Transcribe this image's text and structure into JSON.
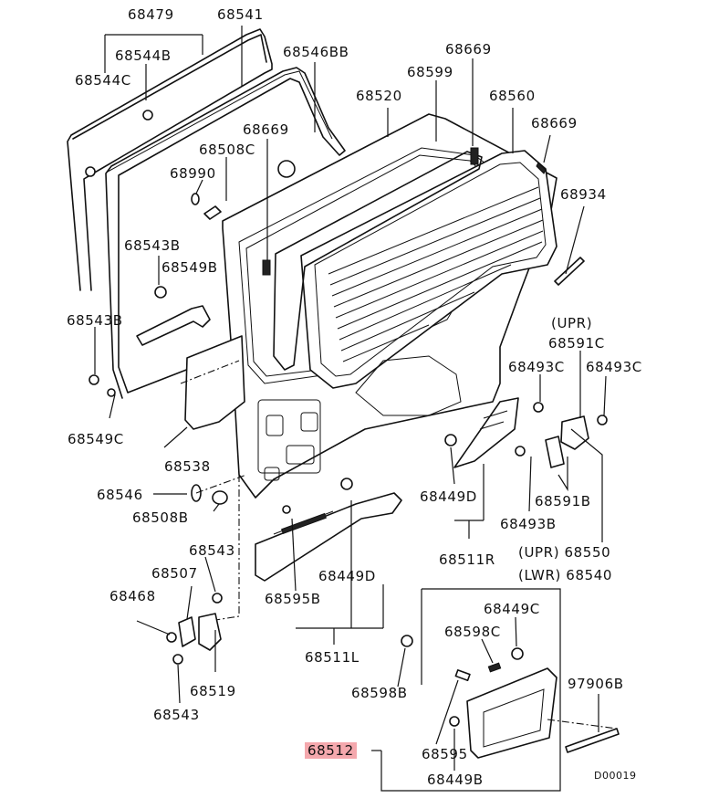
{
  "labels": {
    "p68479": "68479",
    "p68541": "68541",
    "p68544B": "68544B",
    "p68544C": "68544C",
    "p68546BB": "68546BB",
    "p68669_top": "68669",
    "p68599": "68599",
    "p68520": "68520",
    "p68560": "68560",
    "p68669_left": "68669",
    "p68669_right": "68669",
    "p68508C": "68508C",
    "p68990": "68990",
    "p68934": "68934",
    "p68543B_upper": "68543B",
    "p68549B": "68549B",
    "p68543B_left": "68543B",
    "upr_label": "(UPR)",
    "p68591C": "68591C",
    "p68493C_left": "68493C",
    "p68493C_right": "68493C",
    "p68549C": "68549C",
    "p68538": "68538",
    "p68449D_right": "68449D",
    "p68591B": "68591B",
    "p68546": "68546",
    "p68508B": "68508B",
    "p68493B": "68493B",
    "p68543_upper": "68543",
    "p68511R": "68511R",
    "upr_68550": "(UPR) 68550",
    "p68507": "68507",
    "p68449D_center": "68449D",
    "lwr_68540": "(LWR) 68540",
    "p68468": "68468",
    "p68595B": "68595B",
    "p68449C": "68449C",
    "p68598C": "68598C",
    "p68511L": "68511L",
    "p97906B": "97906B",
    "p68598B": "68598B",
    "p68519": "68519",
    "p68543_lower": "68543",
    "p68512": "68512",
    "p68595": "68595",
    "p68449B": "68449B",
    "diagram_code": "D00019"
  },
  "highlight_color": "#f4a8ad"
}
